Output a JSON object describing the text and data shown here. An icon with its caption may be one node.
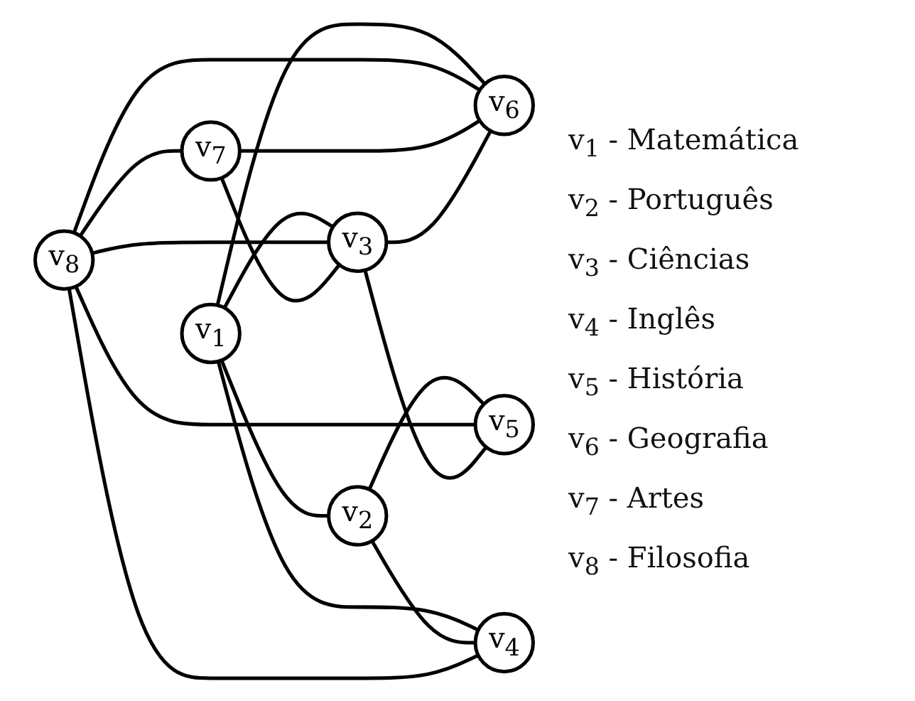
{
  "diagram": {
    "nodes": [
      {
        "text": [
          "v$_{1}$"
        ]
      },
      {
        "text": [
          "v$_{2}$"
        ]
      },
      {
        "text": [
          "v$_{3}$"
        ]
      },
      {
        "text": [
          "v$_{4}$"
        ]
      },
      {
        "text": [
          "v$_{5}$"
        ]
      },
      {
        "text": [
          "v$_{6}$"
        ]
      },
      {
        "text": [
          "v$_{7}$"
        ]
      },
      {
        "text": [
          "v$_{8}$"
        ]
      }
    ],
    "edges": [
      {
        "from": 0,
        "to": 1,
        "arrow": "none"
      },
      {
        "from": 0,
        "to": 5,
        "arrow": "none"
      },
      {
        "from": 0,
        "to": 2,
        "arrow": "none"
      },
      {
        "from": 0,
        "to": 3,
        "arrow": "none"
      },
      {
        "from": 1,
        "to": 4,
        "arrow": "none"
      },
      {
        "from": 1,
        "to": 3,
        "arrow": "none"
      },
      {
        "from": 7,
        "to": 2,
        "arrow": "none"
      },
      {
        "from": 7,
        "to": 3,
        "arrow": "none"
      },
      {
        "from": 7,
        "to": 6,
        "arrow": "none"
      },
      {
        "from": 7,
        "to": 5,
        "arrow": "none"
      },
      {
        "from": 7,
        "to": 4,
        "arrow": "none"
      },
      {
        "from": 6,
        "to": 2,
        "arrow": "none"
      },
      {
        "from": 6,
        "to": 5,
        "arrow": "none"
      },
      {
        "from": 2,
        "to": 5,
        "arrow": "none"
      },
      {
        "from": 2,
        "to": 4,
        "arrow": "none"
      }
    ],
    "labels": [
      "v$_{1}$ - Matemática",
      "v$_{2}$ - Português",
      "v$_{3}$ - Ciências",
      "v$_{4}$ - Inglês",
      "v$_{5}$ - História",
      "v$_{6}$ - Geografia",
      "v$_{7}$ - Artes",
      "v$_{8}$ - Filosofia"
    ]
  }
}
